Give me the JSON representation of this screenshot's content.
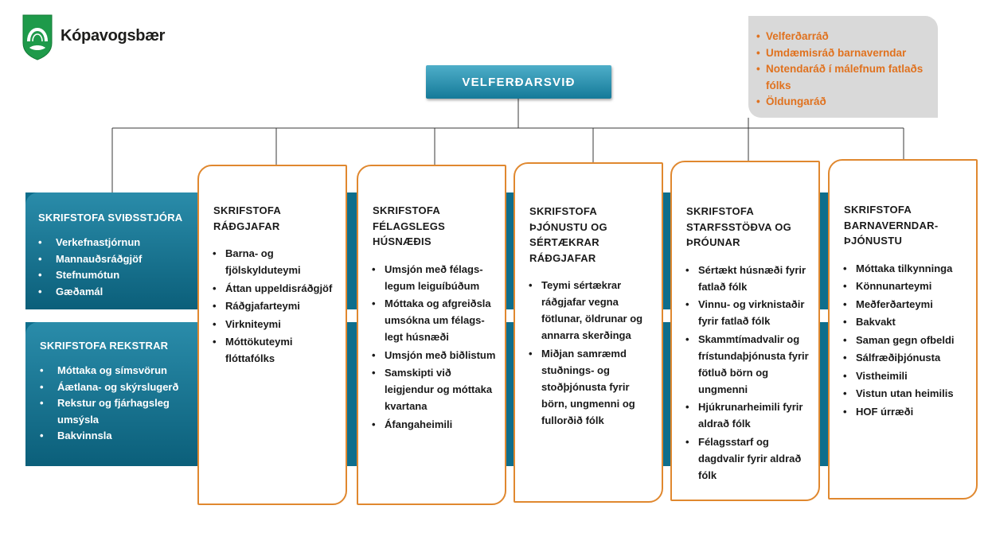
{
  "header": {
    "logo_name": "Kópavogsbær"
  },
  "root": {
    "label": "VELFERÐARSVIÐ"
  },
  "councils": [
    "Velferðarráð",
    "Umdæmisráð barnaverndar",
    "Notendaráð í málefnum fatlaðs fólks",
    "Öldungaráð"
  ],
  "left_offices": [
    {
      "title": "SKRIFSTOFA SVIÐSSTJÓRA",
      "items": [
        "Verkefnastjórnun",
        "Mannauðsráðgjöf",
        "Stefnumótun",
        "Gæðamál"
      ]
    },
    {
      "title": "SKRIFSTOFA REKSTRAR",
      "items": [
        "Móttaka og símsvörun",
        "Áætlana- og skýrslugerð",
        "Rekstur og fjárhagsleg umsýsla",
        "Bakvinnsla"
      ]
    }
  ],
  "units": [
    {
      "title": "SKRIFSTOFA RÁÐGJAFAR",
      "items": [
        "Barna- og fjölskylduteymi",
        "Áttan uppeldisráðgjöf",
        "Ráðgjafarteymi",
        "Virkniteymi",
        "Móttökuteymi flóttafólks"
      ]
    },
    {
      "title": "SKRIFSTOFA FÉLAGSLEGS HÚSNÆÐIS",
      "items": [
        "Umsjón með félags-legum leiguíbúðum",
        "Móttaka og afgreiðsla umsókna um félags-legt húsnæði",
        "Umsjón með biðlistum",
        "Samskipti við leigjendur og móttaka kvartana",
        "Áfangaheimili"
      ]
    },
    {
      "title": "SKRIFSTOFA ÞJÓNUSTU OG SÉRTÆKRAR RÁÐGJAFAR",
      "items": [
        "Teymi sértækrar ráðgjafar vegna fötlunar, öldrunar og annarra skerðinga",
        "Miðjan samræmd stuðnings- og stoðþjónusta fyrir börn, ungmenni og fullorðið fólk"
      ]
    },
    {
      "title": "SKRIFSTOFA STARFSSTÖÐVA OG ÞRÓUNAR",
      "items": [
        "Sértækt húsnæði fyrir fatlað fólk",
        "Vinnu- og virknistaðir fyrir fatlað fólk",
        "Skammtímadvalir og frístundaþjónusta fyrir fötluð börn og ungmenni",
        "Hjúkrunarheimili fyrir aldrað fólk",
        "Félagsstarf og dagdvalir fyrir aldrað fólk"
      ]
    },
    {
      "title": "SKRIFSTOFA BARNAVERNDAR-ÞJÓNUSTU",
      "items": [
        "Móttaka tilkynninga",
        "Könnunarteymi",
        "Meðferðarteymi",
        "Bakvakt",
        "Saman gegn ofbeldi",
        "Sálfræðiþjónusta",
        "Vistheimili",
        "Vistun utan heimilis",
        "HOF úrræði"
      ]
    }
  ],
  "colors": {
    "teal": "#0e6e8c",
    "orange": "#e0882f",
    "council_text": "#e0721f",
    "council_bg": "#d9d9d9"
  }
}
